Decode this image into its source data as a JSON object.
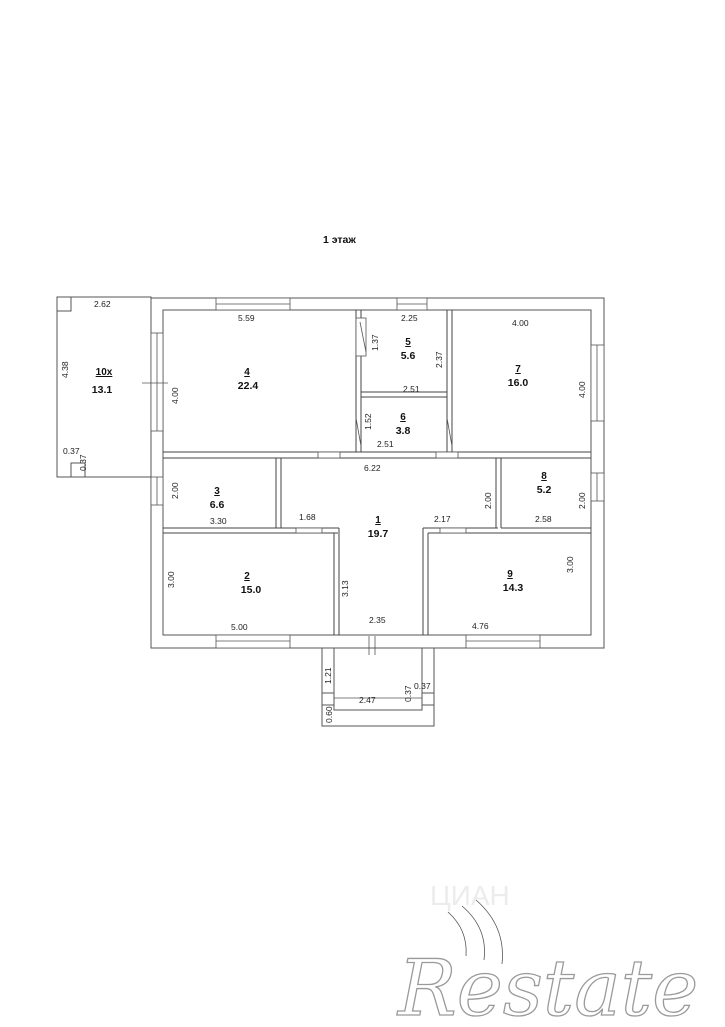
{
  "title": "1 этаж",
  "rooms": [
    {
      "num": "1",
      "area": "19.7"
    },
    {
      "num": "2",
      "area": "15.0"
    },
    {
      "num": "3",
      "area": "6.6"
    },
    {
      "num": "4",
      "area": "22.4"
    },
    {
      "num": "5",
      "area": "5.6"
    },
    {
      "num": "6",
      "area": "3.8"
    },
    {
      "num": "7",
      "area": "16.0"
    },
    {
      "num": "8",
      "area": "5.2"
    },
    {
      "num": "9",
      "area": "14.3"
    },
    {
      "num": "10х",
      "area": "13.1"
    }
  ],
  "dims": [
    "2.62",
    "4.38",
    "0.37",
    "0.37",
    "5.59",
    "4.00",
    "2.25",
    "1.37",
    "2.37",
    "2.51",
    "1.52",
    "2.51",
    "4.00",
    "4.00",
    "6.22",
    "2.00",
    "3.30",
    "1.68",
    "2.17",
    "2.00",
    "2.00",
    "2.58",
    "3.00",
    "3.13",
    "3.00",
    "5.00",
    "2.35",
    "4.76",
    "1.21",
    "2.47",
    "0.37",
    "0.37",
    "0.60"
  ],
  "watermarks": {
    "logo": "Restate",
    "faint": "ЦИАН"
  }
}
